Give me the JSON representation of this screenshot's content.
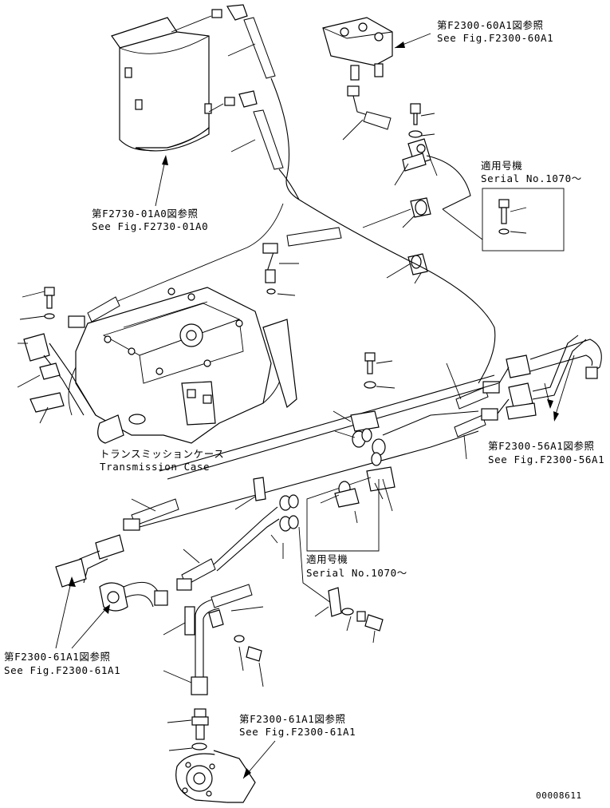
{
  "labels": {
    "ref_60a1_jp": "第F2300-60A1図参照",
    "ref_60a1_en": "See Fig.F2300-60A1",
    "serial_top_jp": "適用号機",
    "serial_top_en": "Serial No.1070～",
    "ref_01a0_jp": "第F2730-01A0図参照",
    "ref_01a0_en": "See Fig.F2730-01A0",
    "case_jp": "トランスミッションケース",
    "case_en": "Transmission Case",
    "ref_56a1_jp": "第F2300-56A1図参照",
    "ref_56a1_en": "See Fig.F2300-56A1",
    "serial_mid_jp": "適用号機",
    "serial_mid_en": "Serial No.1070～",
    "ref_61a1_left_jp": "第F2300-61A1図参照",
    "ref_61a1_left_en": "See Fig.F2300-61A1",
    "ref_61a1_bottom_jp": "第F2300-61A1図参照",
    "ref_61a1_bottom_en": "See Fig.F2300-61A1",
    "drawing_number": "00008611"
  }
}
